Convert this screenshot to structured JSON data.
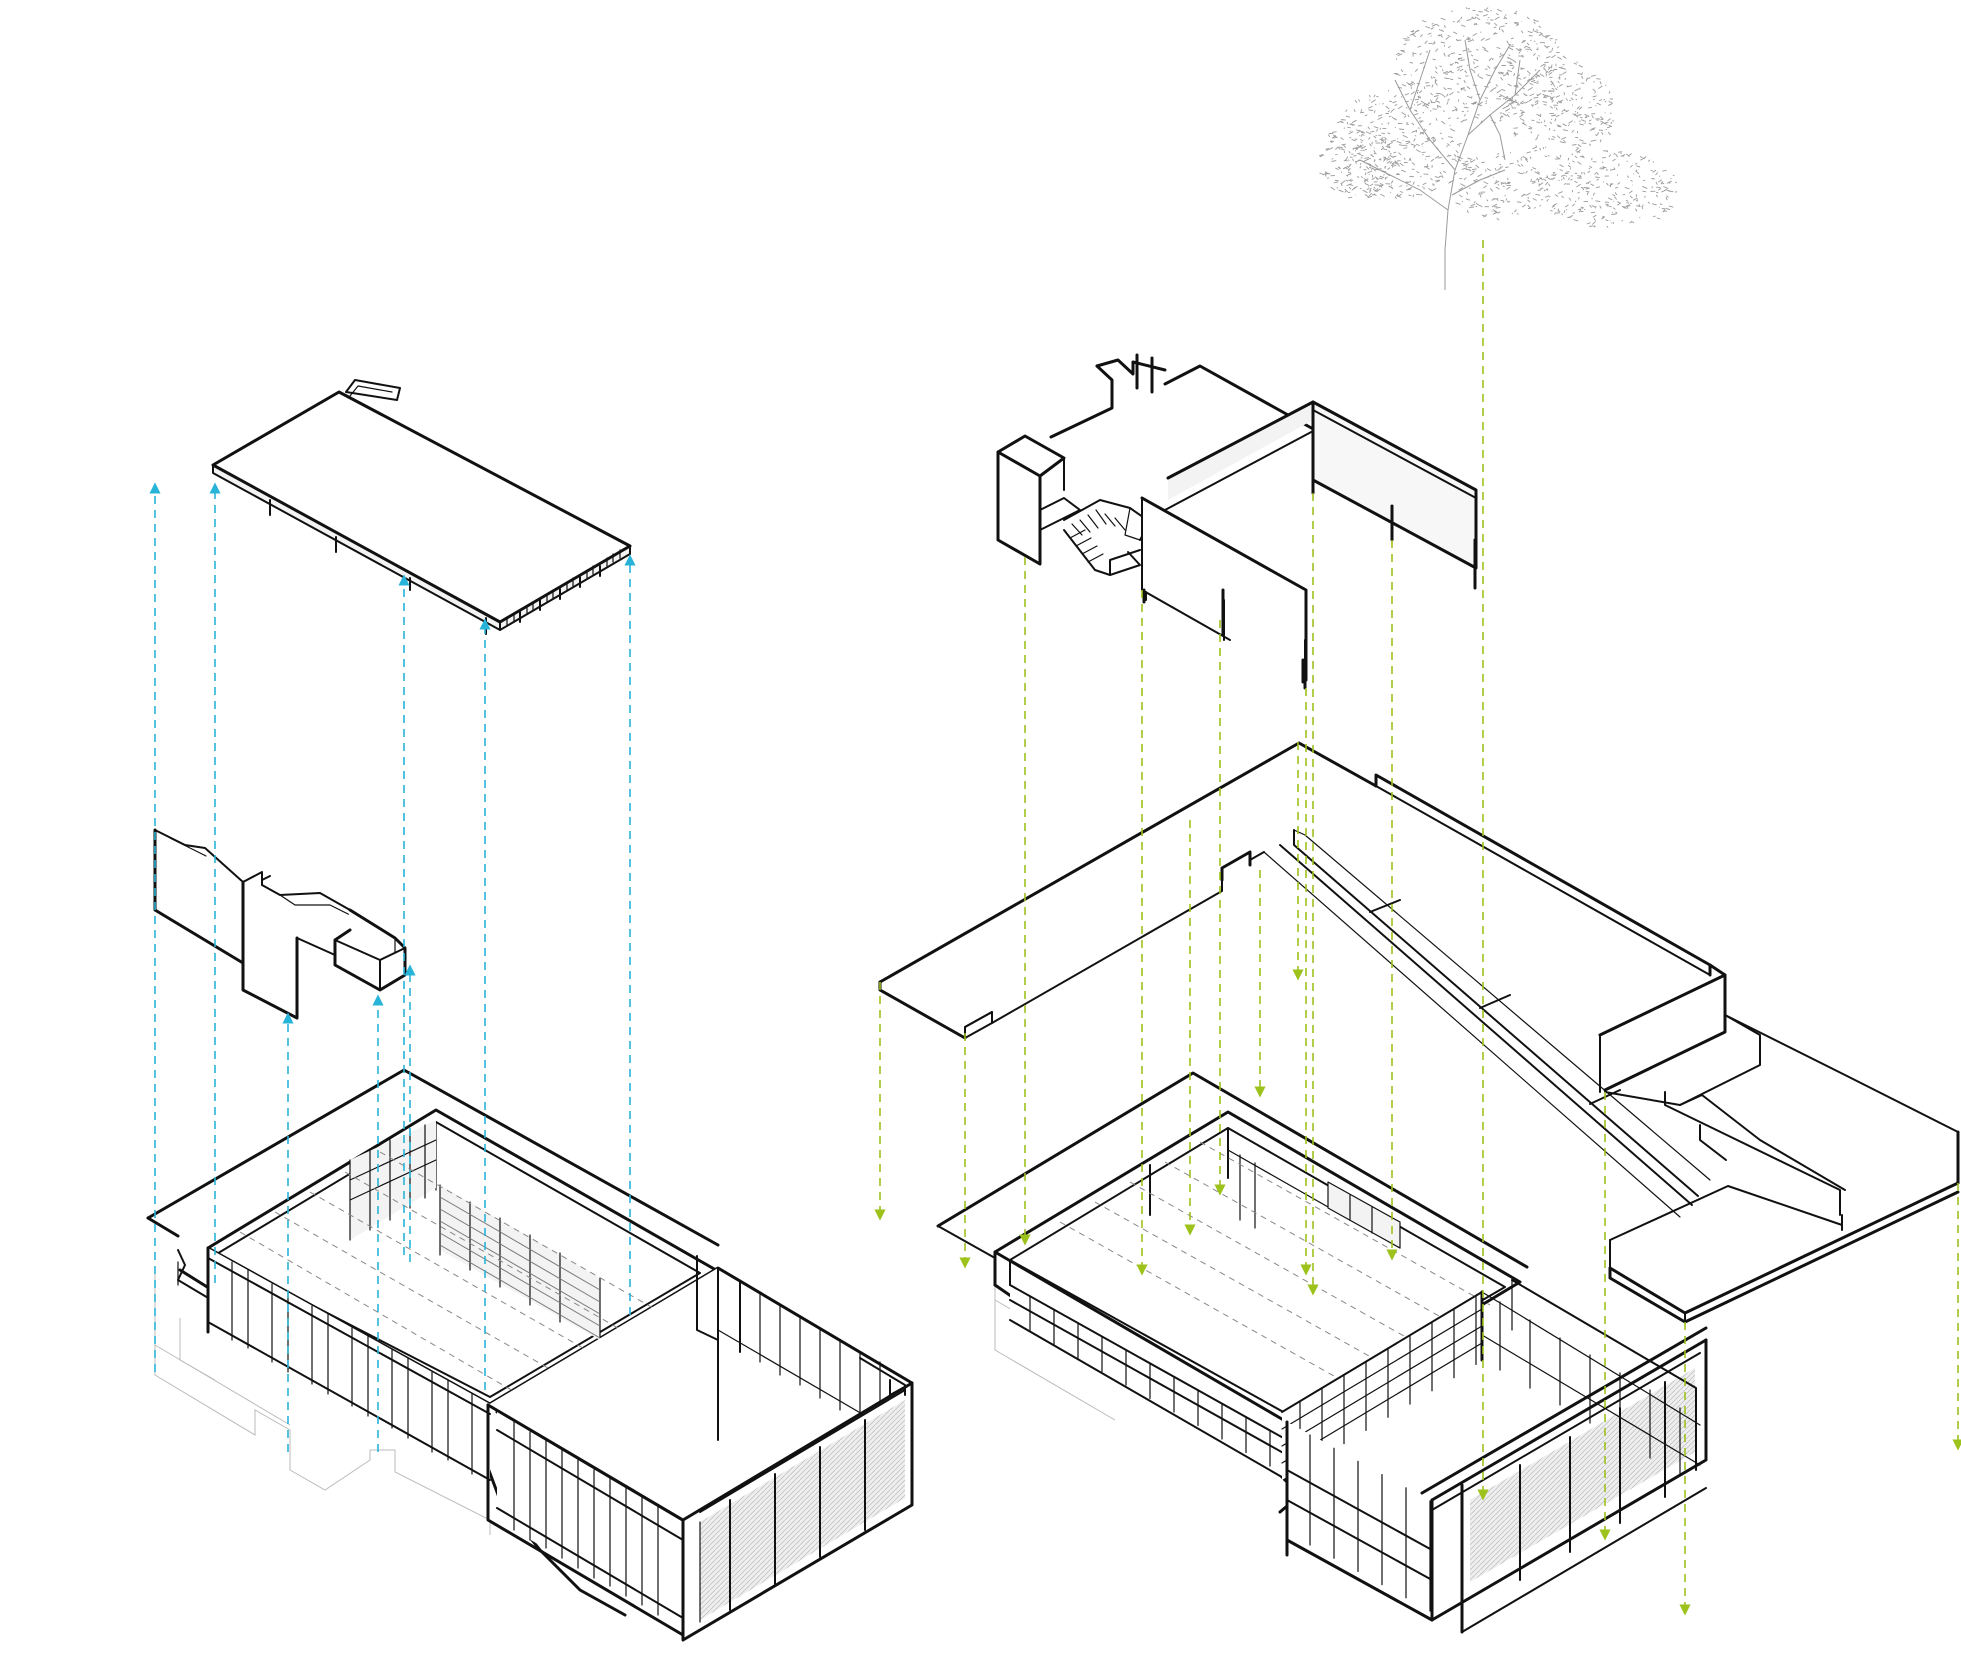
{
  "diagram": {
    "type": "exploded-axonometric",
    "colors": {
      "left_arrows": "#28b4d8",
      "right_arrows": "#9dc21c",
      "linework": "#111111",
      "tree": "#9a9a9a",
      "background": "#ffffff"
    },
    "assemblies": [
      {
        "id": "left",
        "components": [
          "roof-slab",
          "stair-core",
          "base-pavilion"
        ],
        "arrow_direction": "up"
      },
      {
        "id": "right",
        "components": [
          "tree",
          "upper-canopy",
          "terrace-deck",
          "base-pavilion"
        ],
        "arrow_direction": "down"
      }
    ]
  }
}
